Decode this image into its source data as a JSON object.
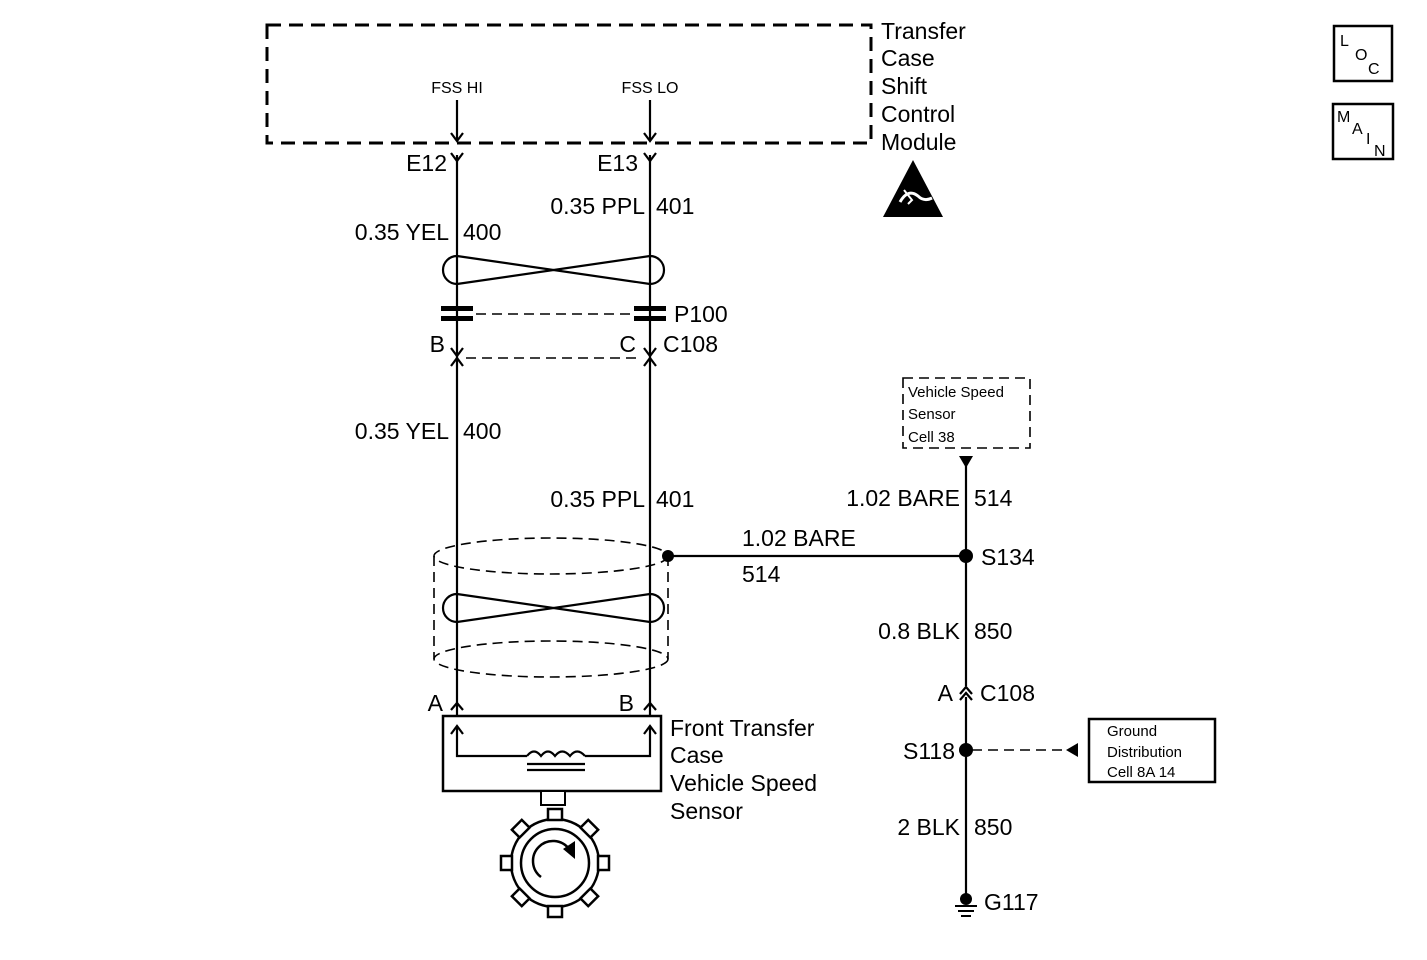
{
  "module": {
    "name_lines": [
      "Transfer",
      "Case",
      "Shift",
      "Control",
      "Module"
    ],
    "pin_hi": "FSS HI",
    "pin_lo": "FSS LO",
    "term_hi": "E12",
    "term_lo": "E13"
  },
  "nav": {
    "loc": [
      "L",
      "O",
      "C"
    ],
    "main": [
      "M",
      "A",
      "I",
      "N"
    ]
  },
  "wires": {
    "yel_top_size": "0.35 YEL",
    "yel_top_circuit": "400",
    "ppl_top_size": "0.35 PPL",
    "ppl_top_circuit": "401",
    "yel_mid_size": "0.35 YEL",
    "yel_mid_circuit": "400",
    "ppl_mid_size": "0.35 PPL",
    "ppl_mid_circuit": "401",
    "drain_size": "1.02 BARE",
    "drain_circuit": "514",
    "bare_v_size": "1.02 BARE",
    "bare_v_circuit": "514",
    "blk1_size": "0.8 BLK",
    "blk1_circuit": "850",
    "blk2_size": "2 BLK",
    "blk2_circuit": "850"
  },
  "connectors": {
    "p100": "P100",
    "c108_upper": "C108",
    "c108_upper_b": "B",
    "c108_upper_c": "C",
    "c108_right": "C108",
    "c108_right_a": "A",
    "sensor_a": "A",
    "sensor_b": "B"
  },
  "splices": {
    "s134": "S134",
    "s118": "S118"
  },
  "ground": "G117",
  "references": {
    "vss_lines": [
      "Vehicle Speed",
      "Sensor",
      "Cell 38"
    ],
    "ground_lines": [
      "Ground",
      "Distribution",
      "Cell 8A 14"
    ]
  },
  "sensor": {
    "name_lines": [
      "Front Transfer",
      "Case",
      "Vehicle Speed",
      "Sensor"
    ]
  }
}
